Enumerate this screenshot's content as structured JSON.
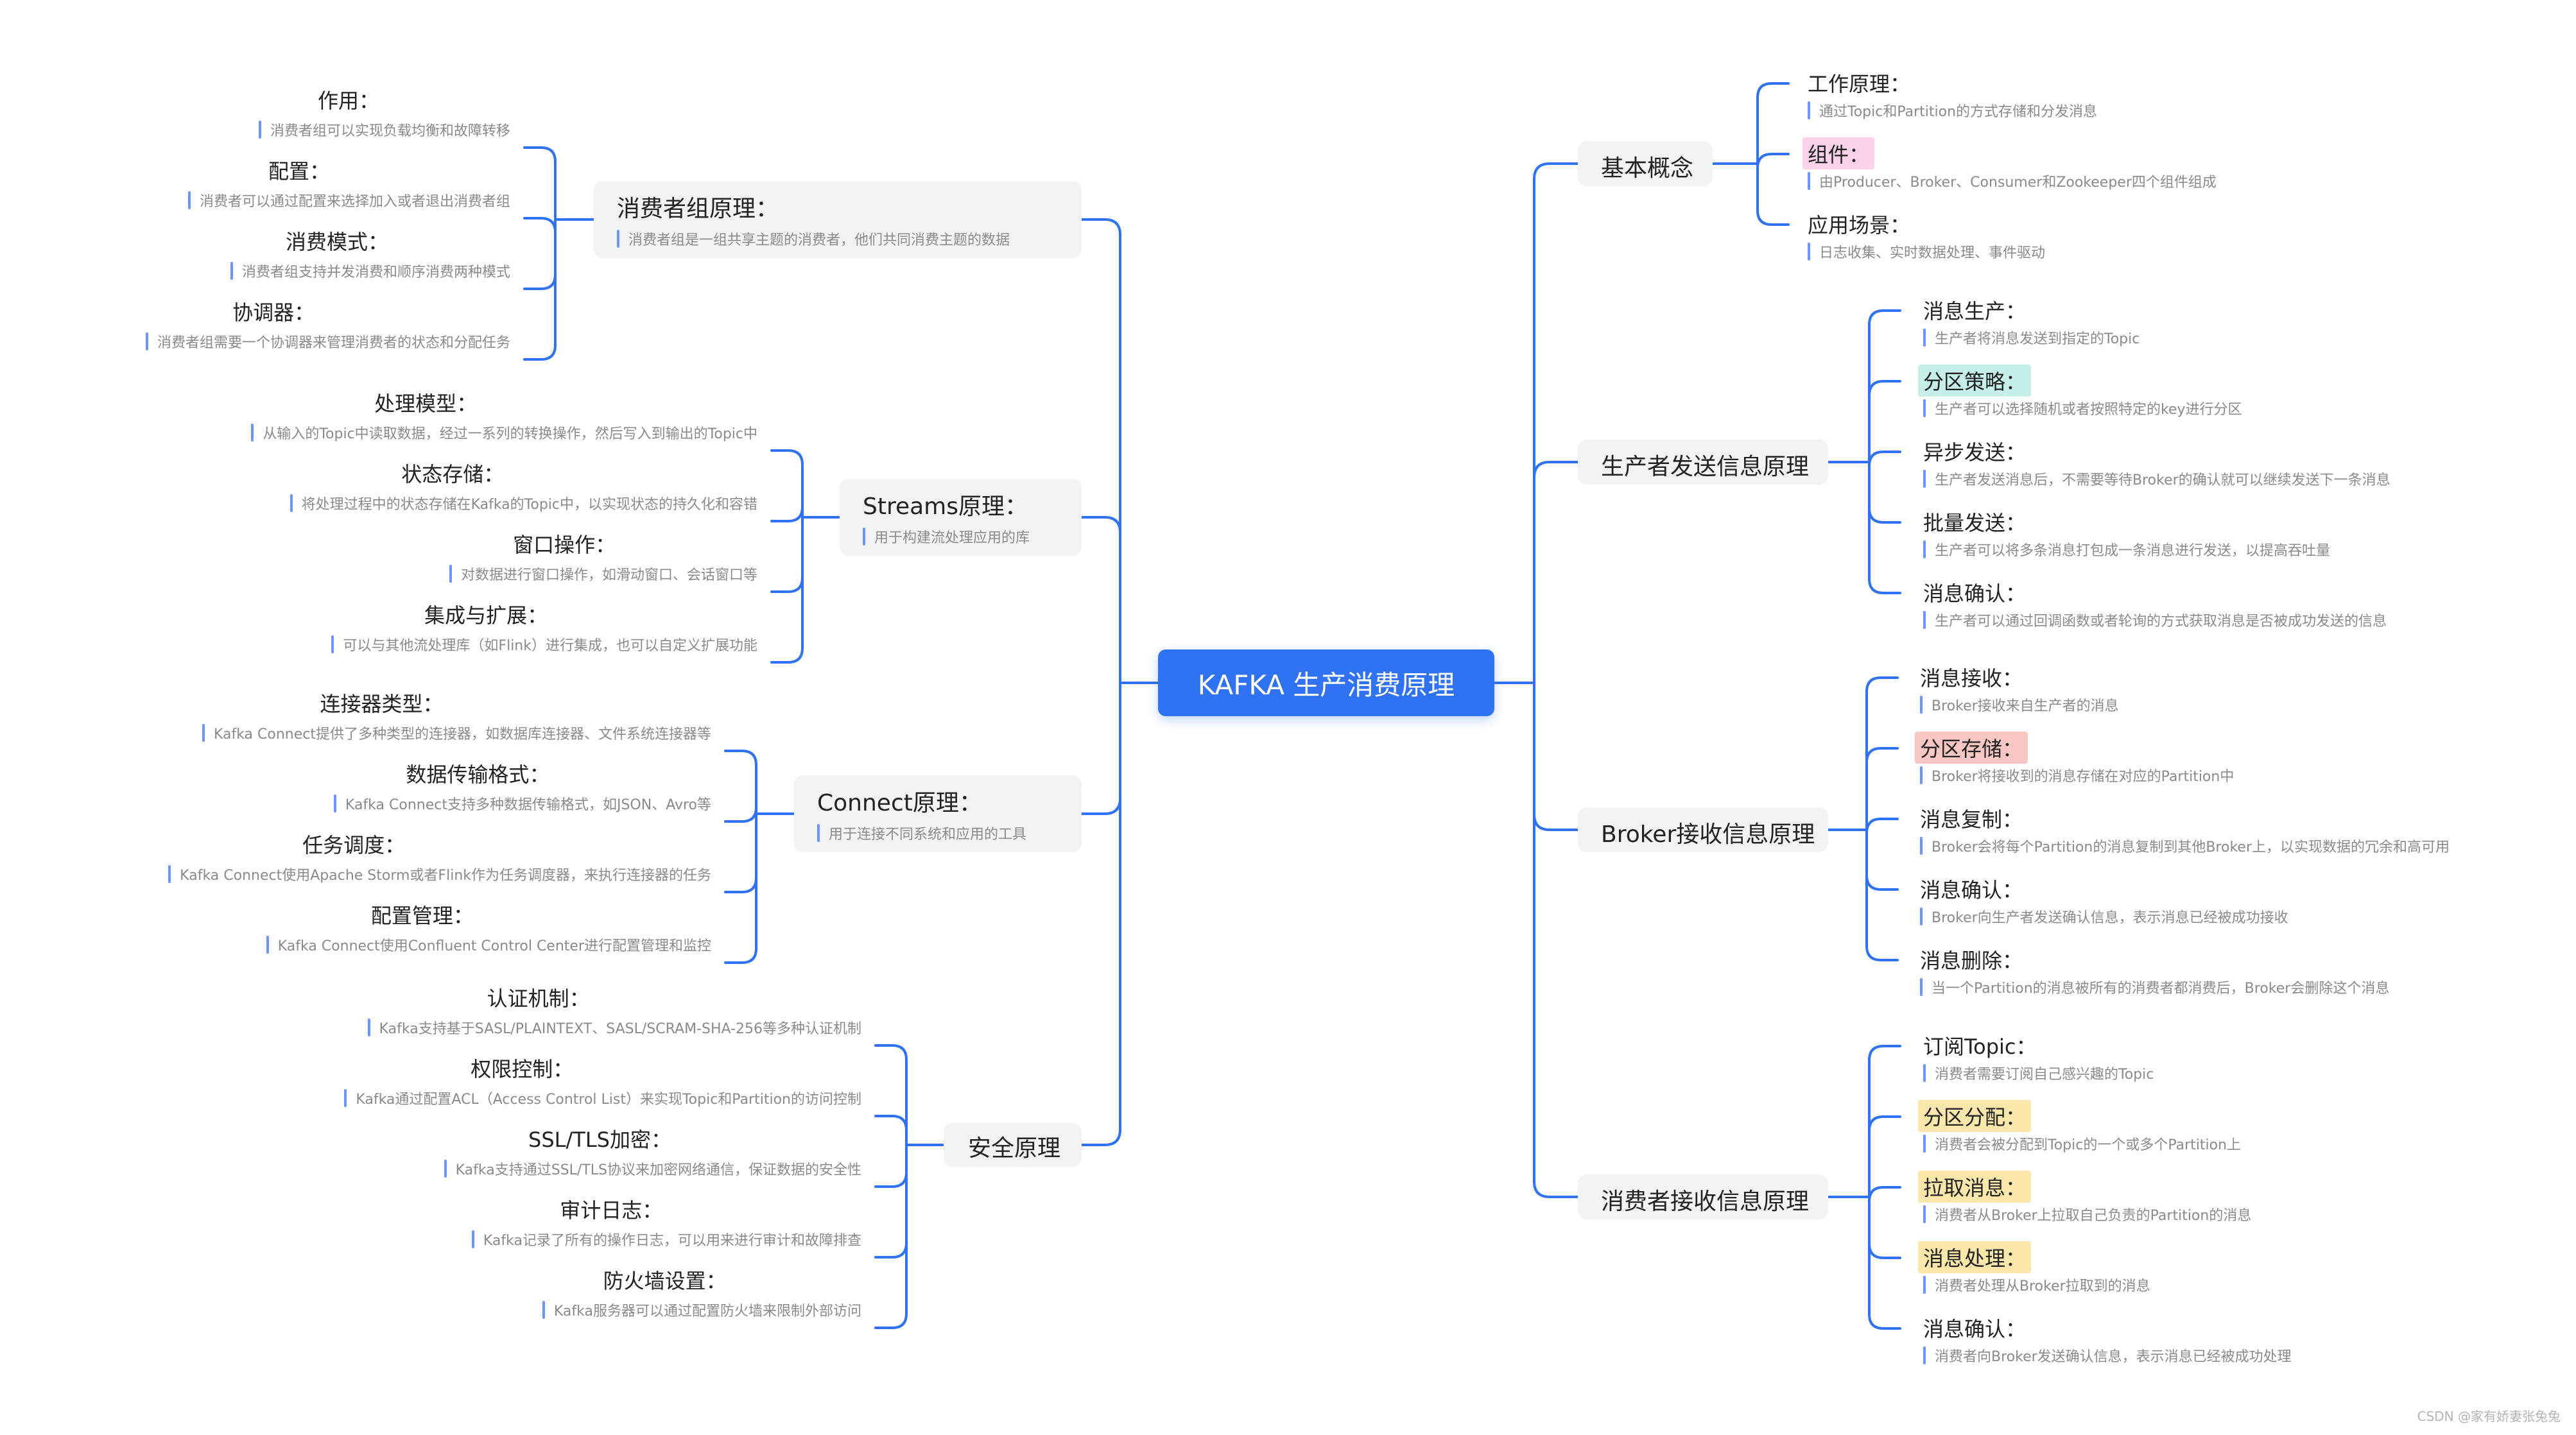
{
  "root": {
    "label": "KAFKA 生产消费原理"
  },
  "colors": {
    "line": "#2f72f4",
    "note_bar": "#6c95ff",
    "highlight_pink": "#fbd2ea",
    "highlight_teal": "#c6efe9",
    "highlight_red": "#f8c7c3",
    "highlight_yellow": "#fbe7a9"
  },
  "left": [
    {
      "title": "消费者组原理：",
      "note": "消费者组是一组共享主题的消费者，他们共同消费主题的数据",
      "children": [
        {
          "label": "作用：",
          "note": "消费者组可以实现负载均衡和故障转移"
        },
        {
          "label": "配置：",
          "note": "消费者可以通过配置来选择加入或者退出消费者组"
        },
        {
          "label": "消费模式：",
          "note": "消费者组支持并发消费和顺序消费两种模式"
        },
        {
          "label": "协调器：",
          "note": "消费者组需要一个协调器来管理消费者的状态和分配任务"
        }
      ]
    },
    {
      "title": "Streams原理：",
      "note": "用于构建流处理应用的库",
      "children": [
        {
          "label": "处理模型：",
          "note": "从输入的Topic中读取数据，经过一系列的转换操作，然后写入到输出的Topic中"
        },
        {
          "label": "状态存储：",
          "note": "将处理过程中的状态存储在Kafka的Topic中，以实现状态的持久化和容错"
        },
        {
          "label": "窗口操作：",
          "note": "对数据进行窗口操作，如滑动窗口、会话窗口等"
        },
        {
          "label": "集成与扩展：",
          "note": "可以与其他流处理库（如Flink）进行集成，也可以自定义扩展功能"
        }
      ]
    },
    {
      "title": "Connect原理：",
      "note": "用于连接不同系统和应用的工具",
      "children": [
        {
          "label": "连接器类型：",
          "note": "Kafka Connect提供了多种类型的连接器，如数据库连接器、文件系统连接器等"
        },
        {
          "label": "数据传输格式：",
          "note": "Kafka Connect支持多种数据传输格式，如JSON、Avro等"
        },
        {
          "label": "任务调度：",
          "note": "Kafka Connect使用Apache Storm或者Flink作为任务调度器，来执行连接器的任务"
        },
        {
          "label": "配置管理：",
          "note": "Kafka Connect使用Confluent Control Center进行配置管理和监控"
        }
      ]
    },
    {
      "title": "安全原理",
      "note": "",
      "children": [
        {
          "label": "认证机制：",
          "note": "Kafka支持基于SASL/PLAINTEXT、SASL/SCRAM-SHA-256等多种认证机制"
        },
        {
          "label": "权限控制：",
          "note": "Kafka通过配置ACL（Access Control List）来实现Topic和Partition的访问控制"
        },
        {
          "label": "SSL/TLS加密：",
          "note": "Kafka支持通过SSL/TLS协议来加密网络通信，保证数据的安全性"
        },
        {
          "label": "审计日志：",
          "note": "Kafka记录了所有的操作日志，可以用来进行审计和故障排查"
        },
        {
          "label": "防火墙设置：",
          "note": "Kafka服务器可以通过配置防火墙来限制外部访问"
        }
      ]
    }
  ],
  "right": [
    {
      "title": "基本概念",
      "children": [
        {
          "label": "工作原理：",
          "note": "通过Topic和Partition的方式存储和分发消息"
        },
        {
          "label": "组件：",
          "note": "由Producer、Broker、Consumer和Zookeeper四个组件组成",
          "highlight": "pink"
        },
        {
          "label": "应用场景：",
          "note": "日志收集、实时数据处理、事件驱动"
        }
      ]
    },
    {
      "title": "生产者发送信息原理",
      "children": [
        {
          "label": "消息生产：",
          "note": "生产者将消息发送到指定的Topic"
        },
        {
          "label": "分区策略：",
          "note": "生产者可以选择随机或者按照特定的key进行分区",
          "highlight": "teal"
        },
        {
          "label": "异步发送：",
          "note": "生产者发送消息后，不需要等待Broker的确认就可以继续发送下一条消息"
        },
        {
          "label": "批量发送：",
          "note": "生产者可以将多条消息打包成一条消息进行发送，以提高吞吐量"
        },
        {
          "label": "消息确认：",
          "note": "生产者可以通过回调函数或者轮询的方式获取消息是否被成功发送的信息"
        }
      ]
    },
    {
      "title": "Broker接收信息原理",
      "children": [
        {
          "label": "消息接收：",
          "note": "Broker接收来自生产者的消息"
        },
        {
          "label": "分区存储：",
          "note": "Broker将接收到的消息存储在对应的Partition中",
          "highlight": "red"
        },
        {
          "label": "消息复制：",
          "note": "Broker会将每个Partition的消息复制到其他Broker上，以实现数据的冗余和高可用"
        },
        {
          "label": "消息确认：",
          "note": "Broker向生产者发送确认信息，表示消息已经被成功接收"
        },
        {
          "label": "消息删除：",
          "note": "当一个Partition的消息被所有的消费者都消费后，Broker会删除这个消息"
        }
      ]
    },
    {
      "title": "消费者接收信息原理",
      "children": [
        {
          "label": "订阅Topic：",
          "note": "消费者需要订阅自己感兴趣的Topic"
        },
        {
          "label": "分区分配：",
          "note": "消费者会被分配到Topic的一个或多个Partition上",
          "highlight": "yellow"
        },
        {
          "label": "拉取消息：",
          "note": "消费者从Broker上拉取自己负责的Partition的消息",
          "highlight": "yellow"
        },
        {
          "label": "消息处理：",
          "note": "消费者处理从Broker拉取到的消息",
          "highlight": "yellow"
        },
        {
          "label": "消息确认：",
          "note": "消费者向Broker发送确认信息，表示消息已经被成功处理"
        }
      ]
    }
  ],
  "footer": "CSDN @家有娇妻张兔兔"
}
